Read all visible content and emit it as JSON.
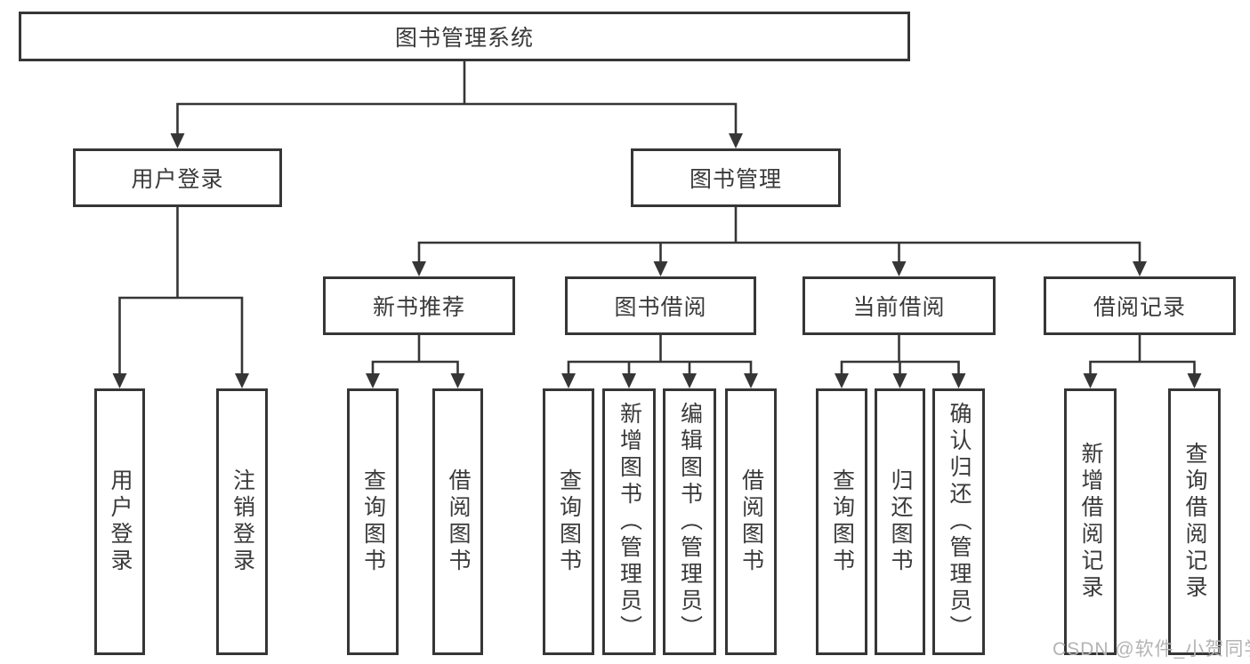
{
  "tree": {
    "root": {
      "label": "图书管理系统"
    },
    "branches": [
      {
        "label": "用户登录",
        "children": [
          {
            "label": "用户登录"
          },
          {
            "label": "注销登录"
          }
        ]
      },
      {
        "label": "图书管理",
        "children": [
          {
            "label": "新书推荐",
            "children": [
              {
                "label": "查询图书"
              },
              {
                "label": "借阅图书"
              }
            ]
          },
          {
            "label": "图书借阅",
            "children": [
              {
                "label": "查询图书"
              },
              {
                "label": "新增图书（管理员）"
              },
              {
                "label": "编辑图书（管理员）"
              },
              {
                "label": "借阅图书"
              }
            ]
          },
          {
            "label": "当前借阅",
            "children": [
              {
                "label": "查询图书"
              },
              {
                "label": "归还图书"
              },
              {
                "label": "确认归还（管理员）"
              }
            ]
          },
          {
            "label": "借阅记录",
            "children": [
              {
                "label": "新增借阅记录"
              },
              {
                "label": "查询借阅记录"
              }
            ]
          }
        ]
      }
    ]
  },
  "watermark": {
    "text": "CSDN @软件_小贺同学",
    "color": "#b4b4b4"
  },
  "colors": {
    "line": "#363636",
    "box_border": "#363636",
    "box_fill": "#ffffff",
    "text": "#3a3a3a"
  }
}
